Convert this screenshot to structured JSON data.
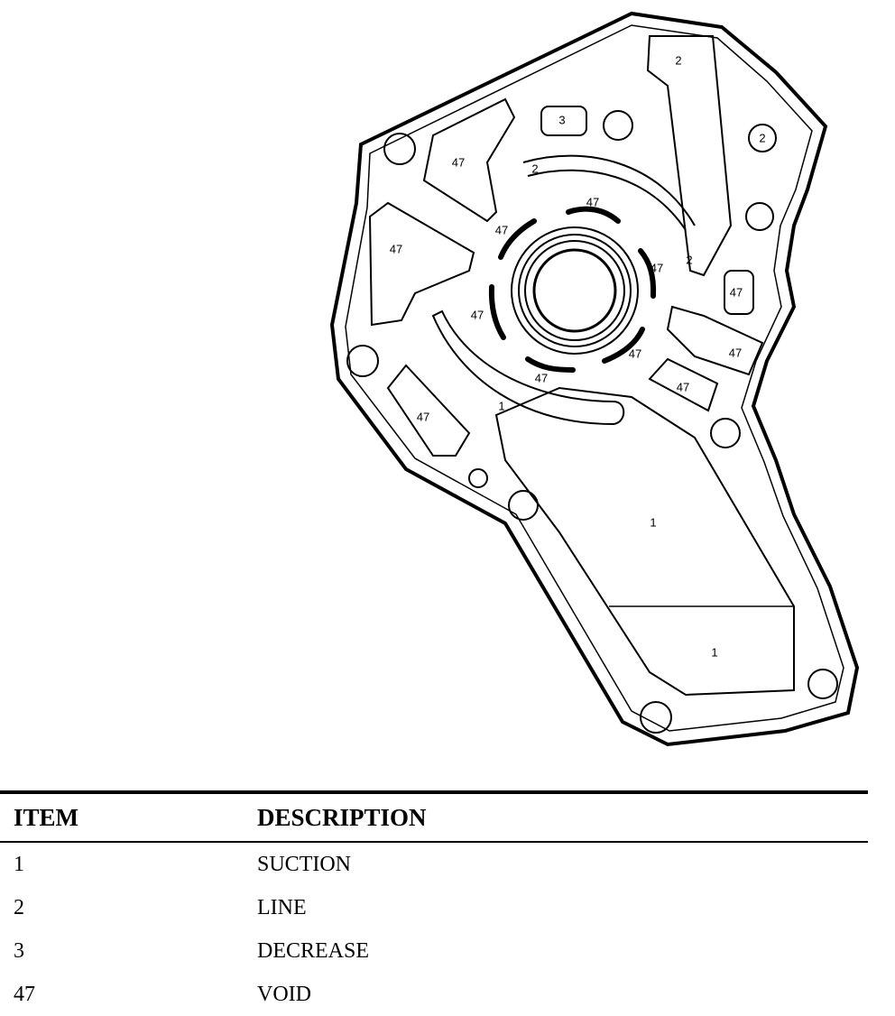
{
  "diagram": {
    "labels": {
      "p1a": "2",
      "p1b": "3",
      "p1c": "2",
      "p2a": "47",
      "p2b": "2",
      "p2c": "47",
      "p2d": "47",
      "p3a": "47",
      "p3b": "2",
      "p3c": "47",
      "p3d": "47",
      "p4a": "47",
      "p4b": "47",
      "p4c": "47",
      "p4d": "47",
      "p4e": "47",
      "p5a": "1",
      "p5b": "47",
      "p5c": "1",
      "p5d": "1"
    }
  },
  "legend": {
    "header": {
      "item": "ITEM",
      "description": "DESCRIPTION"
    },
    "rows": [
      {
        "item": "1",
        "description": "SUCTION"
      },
      {
        "item": "2",
        "description": "LINE"
      },
      {
        "item": "3",
        "description": "DECREASE"
      },
      {
        "item": "47",
        "description": "VOID"
      }
    ]
  }
}
